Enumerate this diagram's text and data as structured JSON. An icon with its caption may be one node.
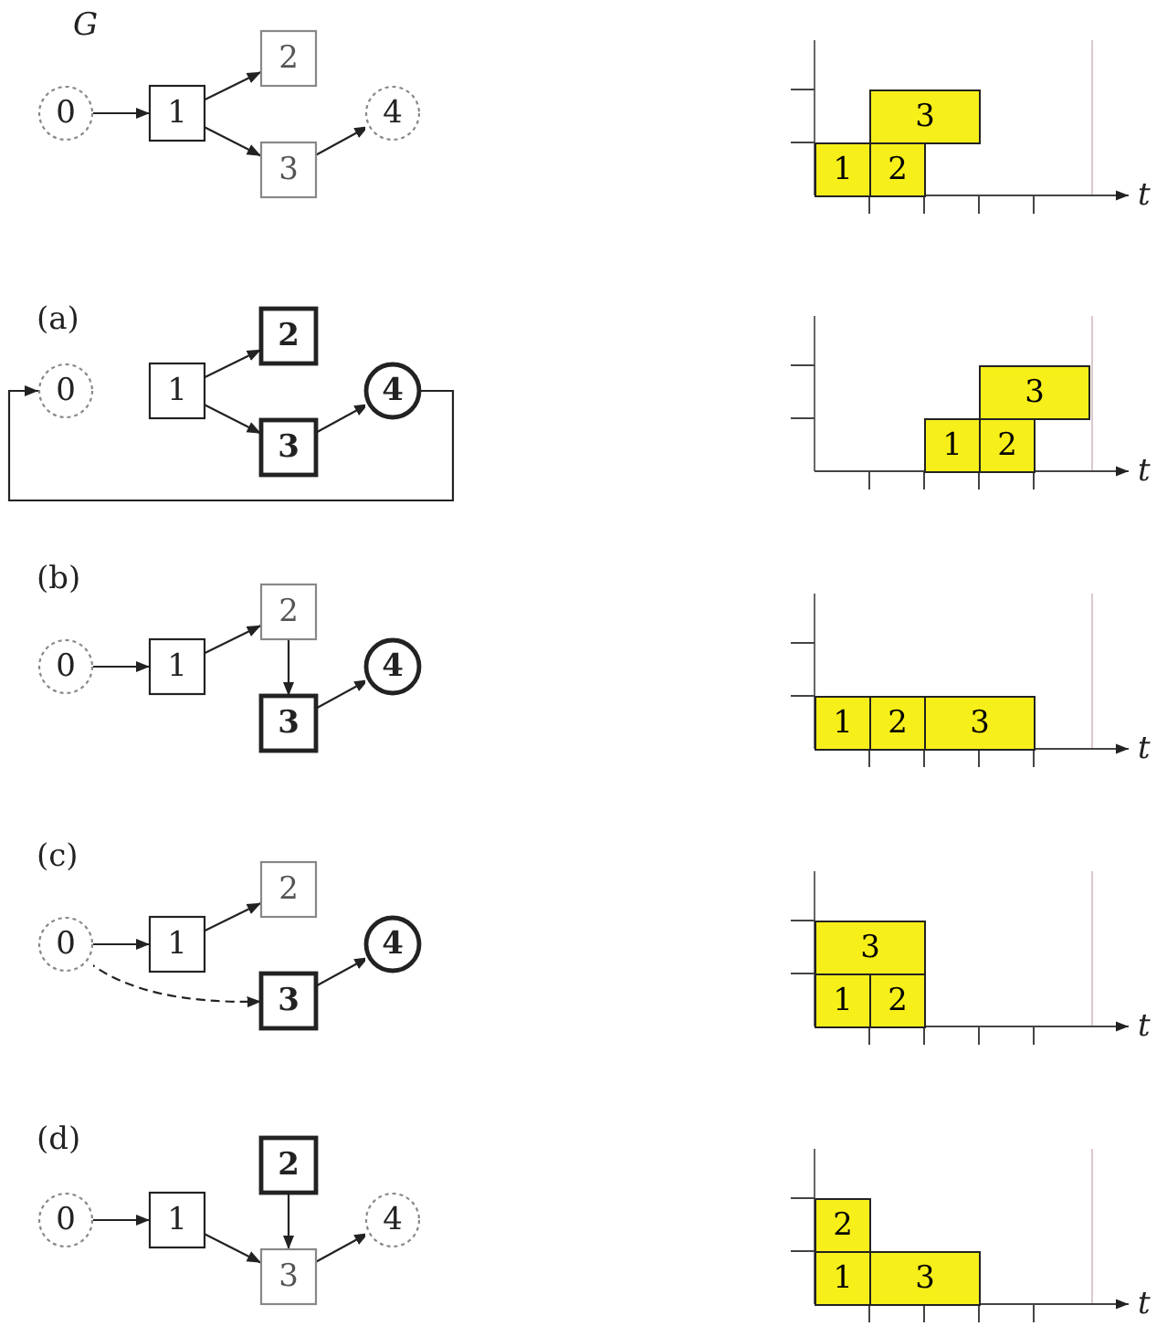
{
  "diagram": {
    "nodes": [
      {
        "text": [
          "0"
        ]
      },
      {
        "text": [
          "1"
        ]
      },
      {
        "text": [
          "2"
        ]
      },
      {
        "text": [
          "3"
        ]
      },
      {
        "text": [
          "4"
        ]
      },
      {
        "text": [
          "0"
        ]
      },
      {
        "text": [
          "1"
        ]
      },
      {
        "text": [
          "2"
        ]
      },
      {
        "text": [
          "3"
        ]
      },
      {
        "text": [
          "4"
        ]
      },
      {
        "text": [
          "0"
        ]
      },
      {
        "text": [
          "1"
        ]
      },
      {
        "text": [
          "2"
        ]
      },
      {
        "text": [
          "3"
        ]
      },
      {
        "text": [
          "4"
        ]
      },
      {
        "text": [
          "0"
        ]
      },
      {
        "text": [
          "1"
        ]
      },
      {
        "text": [
          "2"
        ]
      },
      {
        "text": [
          "3"
        ]
      },
      {
        "text": [
          "4"
        ]
      },
      {
        "text": [
          "0"
        ]
      },
      {
        "text": [
          "1"
        ]
      },
      {
        "text": [
          "2"
        ]
      },
      {
        "text": [
          "3"
        ]
      },
      {
        "text": [
          "4"
        ]
      },
      {
        "text": [
          "1"
        ]
      },
      {
        "text": [
          "2"
        ]
      },
      {
        "text": [
          "3"
        ]
      },
      {
        "text": [
          "1"
        ]
      },
      {
        "text": [
          "2"
        ]
      },
      {
        "text": [
          "3"
        ]
      },
      {
        "text": [
          "1"
        ]
      },
      {
        "text": [
          "2"
        ]
      },
      {
        "text": [
          "3"
        ]
      },
      {
        "text": [
          "1"
        ]
      },
      {
        "text": [
          "2"
        ]
      },
      {
        "text": [
          "3"
        ]
      },
      {
        "text": [
          "1"
        ]
      },
      {
        "text": [
          "2"
        ]
      },
      {
        "text": [
          "3"
        ]
      }
    ],
    "edges": [
      {
        "from": 0,
        "to": 1,
        "arrow": "to"
      },
      {
        "from": 1,
        "to": 2,
        "arrow": "to"
      },
      {
        "from": 1,
        "to": 3,
        "arrow": "to"
      },
      {
        "from": 3,
        "to": 4,
        "arrow": "to"
      },
      {
        "from": 6,
        "to": 7,
        "arrow": "to"
      },
      {
        "from": 6,
        "to": 8,
        "arrow": "to"
      },
      {
        "from": 8,
        "to": 9,
        "arrow": "to"
      },
      {
        "from": 9,
        "to": 5,
        "arrow": "to"
      },
      {
        "from": 10,
        "to": 11,
        "arrow": "to"
      },
      {
        "from": 11,
        "to": 12,
        "arrow": "to"
      },
      {
        "from": 12,
        "to": 13,
        "arrow": "to"
      },
      {
        "from": 13,
        "to": 14,
        "arrow": "to"
      },
      {
        "from": 15,
        "to": 16,
        "arrow": "to"
      },
      {
        "from": 16,
        "to": 17,
        "arrow": "to"
      },
      {
        "from": 15,
        "to": 18,
        "arrow": "to",
        "style": "dashed"
      },
      {
        "from": 18,
        "to": 19,
        "arrow": "to"
      },
      {
        "from": 20,
        "to": 21,
        "arrow": "to"
      },
      {
        "from": 21,
        "to": 23,
        "arrow": "to"
      },
      {
        "from": 22,
        "to": 23,
        "arrow": "to"
      },
      {
        "from": 23,
        "to": 24,
        "arrow": "to"
      }
    ],
    "labels": [
      "G",
      "t",
      "(a)",
      "t",
      "(b)",
      "t",
      "(c)",
      "t",
      "(d)",
      "t"
    ]
  }
}
